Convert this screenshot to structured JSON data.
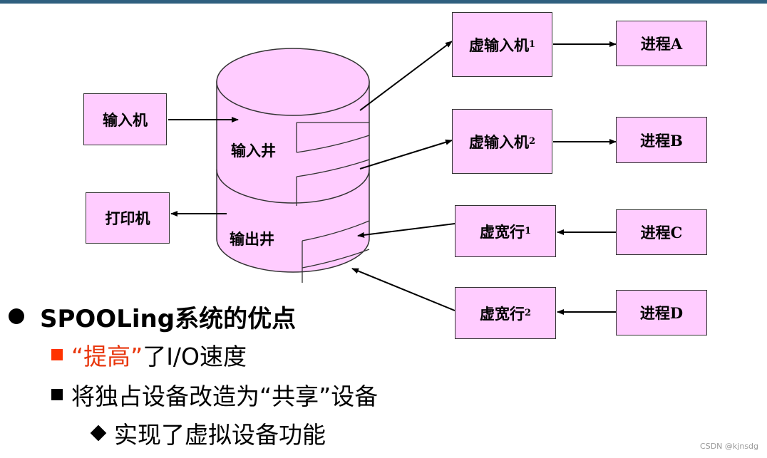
{
  "diagram": {
    "input_device": "输入机",
    "printer": "打印机",
    "input_well": "输入井",
    "output_well": "输出井",
    "virtual_inputs": [
      {
        "label": "虚输入机",
        "sub": "1"
      },
      {
        "label": "虚输入机",
        "sub": "2"
      }
    ],
    "virtual_printers": [
      {
        "label": "虚宽行",
        "sub": "1"
      },
      {
        "label": "虚宽行",
        "sub": "2"
      }
    ],
    "processes": [
      "进程A",
      "进程B",
      "进程C",
      "进程D"
    ],
    "colors": {
      "box_fill": "#ffccff",
      "outline": "#333333",
      "top_bar": "#2f5f7f",
      "highlight": "#e8360c"
    }
  },
  "bullets": {
    "title": "SPOOLing系统的优点",
    "item1_quoted": "“提高”",
    "item1_rest": "了I/O速度",
    "item2": "将独占设备改造为“共享”设备",
    "item2_sub": "实现了虚拟设备功能"
  },
  "watermark": "CSDN @kjnsdg"
}
